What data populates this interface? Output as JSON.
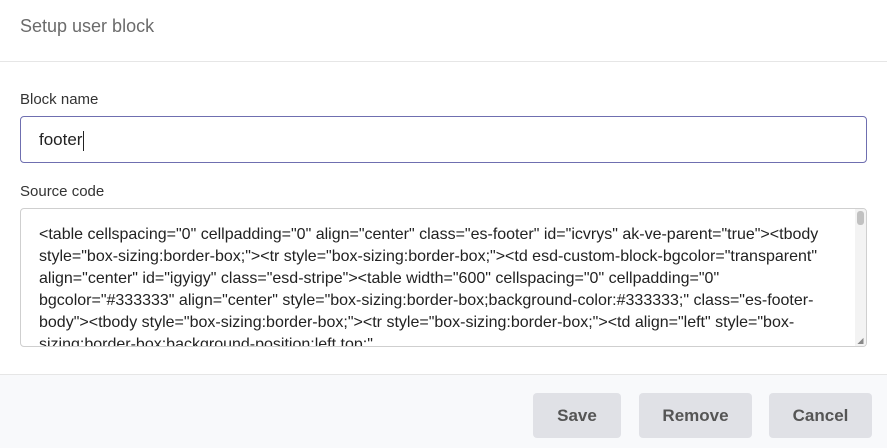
{
  "dialog": {
    "title": "Setup user block"
  },
  "form": {
    "block_name_label": "Block name",
    "block_name_value": "footer",
    "source_code_label": "Source code",
    "source_code_value": "<table cellspacing=\"0\" cellpadding=\"0\" align=\"center\" class=\"es-footer\" id=\"icvrys\" ak-ve-parent=\"true\"><tbody style=\"box-sizing:border-box;\"><tr style=\"box-sizing:border-box;\"><td esd-custom-block-bgcolor=\"transparent\" align=\"center\" id=\"igyigy\" class=\"esd-stripe\"><table width=\"600\" cellspacing=\"0\" cellpadding=\"0\" bgcolor=\"#333333\" align=\"center\" style=\"box-sizing:border-box;background-color:#333333;\" class=\"es-footer-body\"><tbody style=\"box-sizing:border-box;\"><tr style=\"box-sizing:border-box;\"><td align=\"left\" style=\"box-sizing:border-box;background-position:left top;\""
  },
  "buttons": {
    "save": "Save",
    "remove": "Remove",
    "cancel": "Cancel"
  },
  "colors": {
    "input_focus_border": "#6f6fb0",
    "button_bg": "#e0e1e6",
    "footer_bg": "#f8f9fb"
  }
}
